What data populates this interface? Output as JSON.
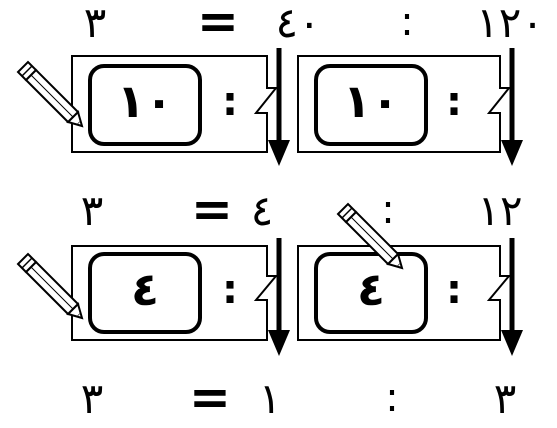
{
  "rows": [
    {
      "num_a": "١٢٠",
      "colon": ":",
      "num_b": "٤٠",
      "equals": "=",
      "result": "٣",
      "cards": [
        {
          "box_value": "١٠",
          "colon": ":"
        },
        {
          "box_value": "١٠",
          "colon": ":"
        }
      ]
    },
    {
      "num_a": "١٢",
      "colon": ":",
      "num_b": "٤",
      "equals": "=",
      "result": "٣",
      "cards": [
        {
          "box_value": "٤",
          "colon": ":"
        },
        {
          "box_value": "٤",
          "colon": ":"
        }
      ]
    },
    {
      "num_a": "٣",
      "colon": ":",
      "num_b": "١",
      "equals": "=",
      "result": "٣"
    }
  ],
  "icons": [
    "pencil-icon",
    "down-arrow-icon"
  ],
  "colors": {
    "ink": "#000000",
    "pencil_fill": "#ffffff"
  }
}
